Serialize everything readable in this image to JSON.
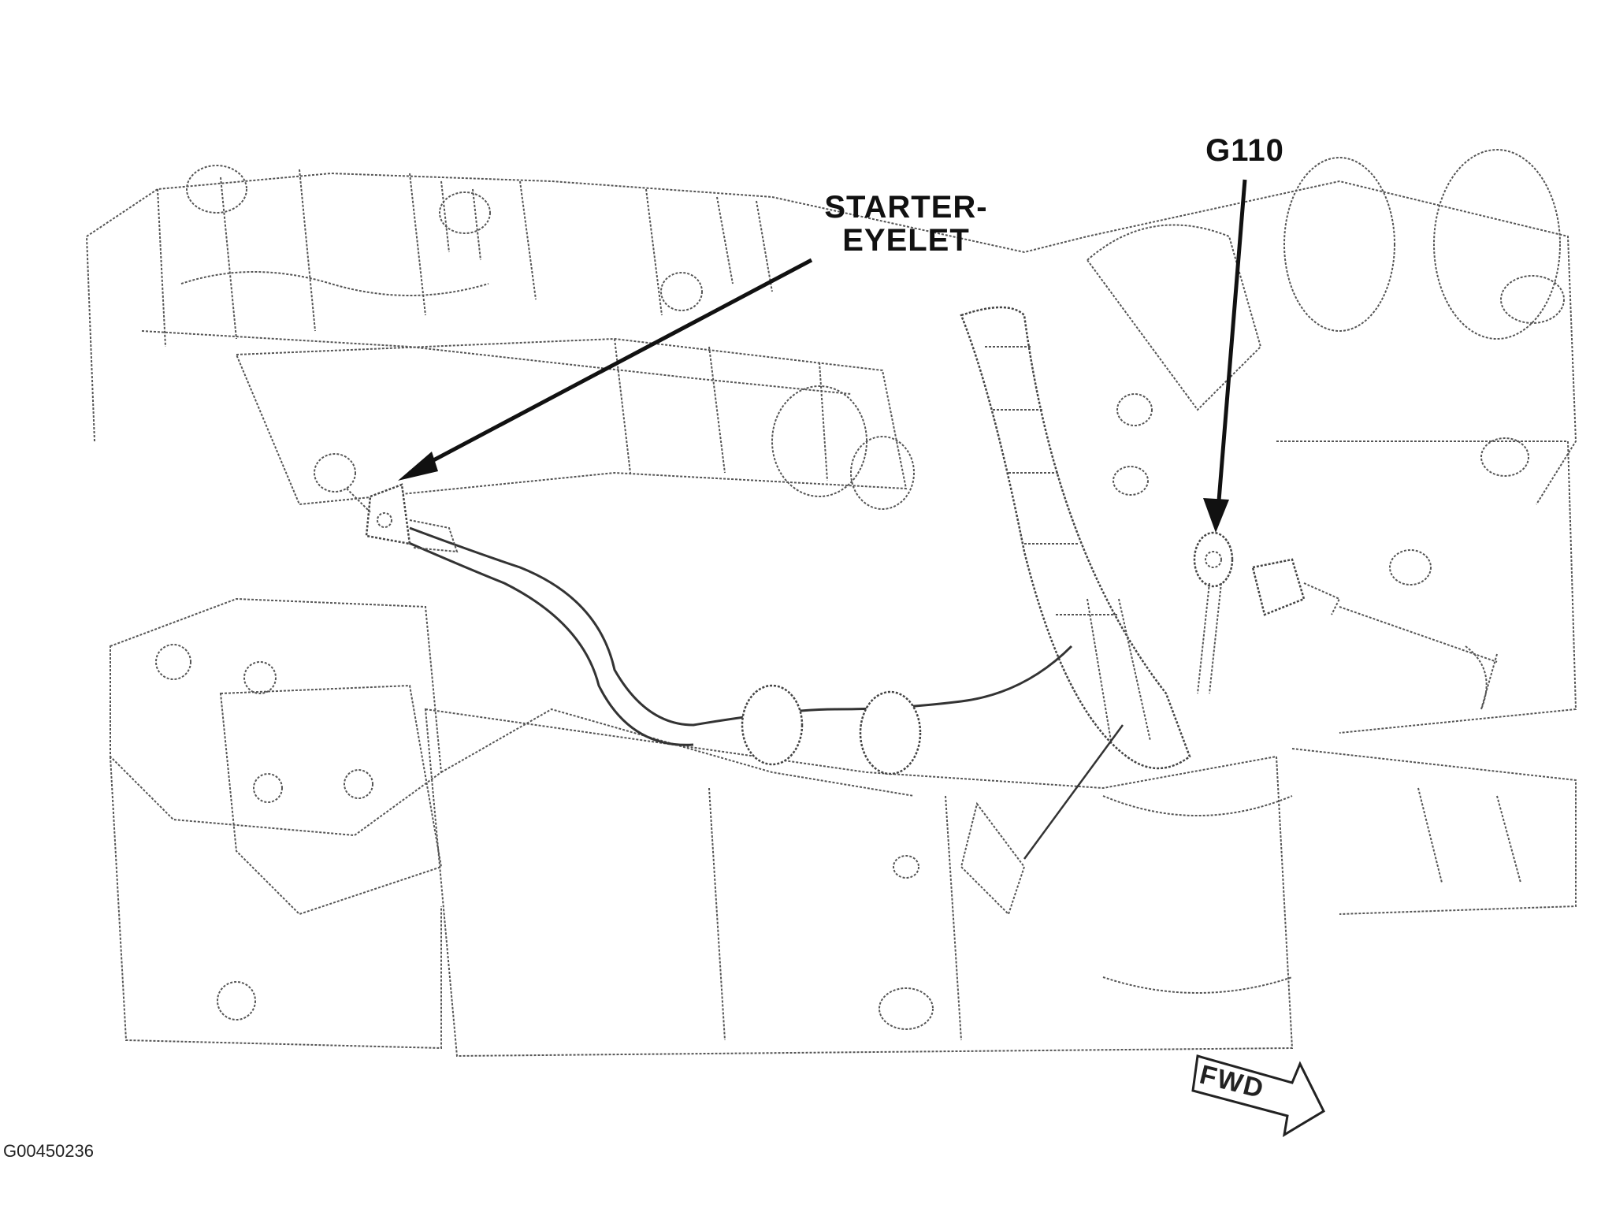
{
  "callouts": {
    "starter_eyelet": "STARTER-\nEYELET",
    "starter_line1": "STARTER-",
    "starter_line2": "EYELET",
    "ground": "G110"
  },
  "direction_indicator": "FWD",
  "figure_id": "G00450236",
  "colors": {
    "line_art": "#444444",
    "background": "#ffffff",
    "arrow": "#111111"
  }
}
